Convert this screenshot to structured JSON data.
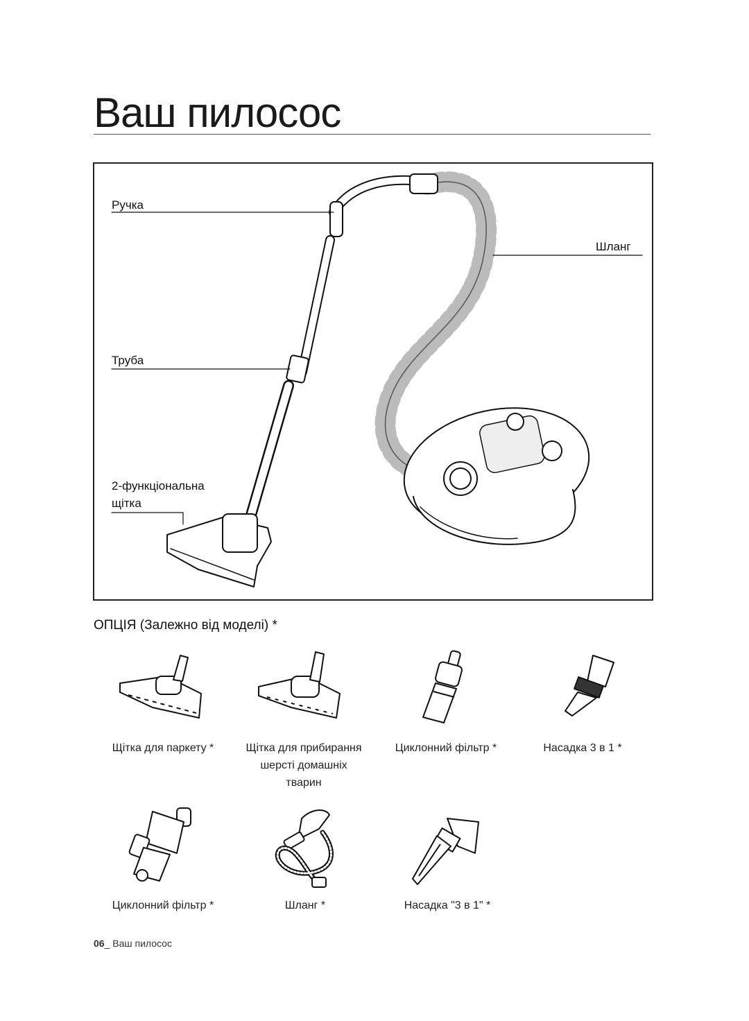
{
  "page": {
    "title": "Ваш пилосос"
  },
  "diagram": {
    "labels": {
      "handle": "Ручка",
      "hose": "Шланг",
      "pipe": "Труба",
      "brush_line1": "2-функціональна",
      "brush_line2": "щітка"
    }
  },
  "options": {
    "heading": "ОПЦІЯ (Залежно від моделі) *",
    "row1": [
      {
        "icon": "parquet-brush-icon",
        "label_lines": [
          "Щітка для паркету *"
        ]
      },
      {
        "icon": "pet-hair-brush-icon",
        "label_lines": [
          "Щітка для прибирання",
          "шерсті домашніх",
          "тварин"
        ]
      },
      {
        "icon": "cyclone-filter-icon",
        "label_lines": [
          "Циклонний фільтр *"
        ]
      },
      {
        "icon": "3in1-nozzle-icon",
        "label_lines": [
          "Насадка 3 в 1 *"
        ]
      }
    ],
    "row2": [
      {
        "icon": "cyclone-filter-icon",
        "label_lines": [
          "Циклонний фільтр *"
        ]
      },
      {
        "icon": "hose-icon",
        "label_lines": [
          "Шланг *"
        ]
      },
      {
        "icon": "3in1-nozzle-icon",
        "label_lines": [
          "Насадка \"3 в 1\" *"
        ]
      }
    ]
  },
  "footer": {
    "page_number": "06",
    "section": "_ Ваш пилосос"
  }
}
